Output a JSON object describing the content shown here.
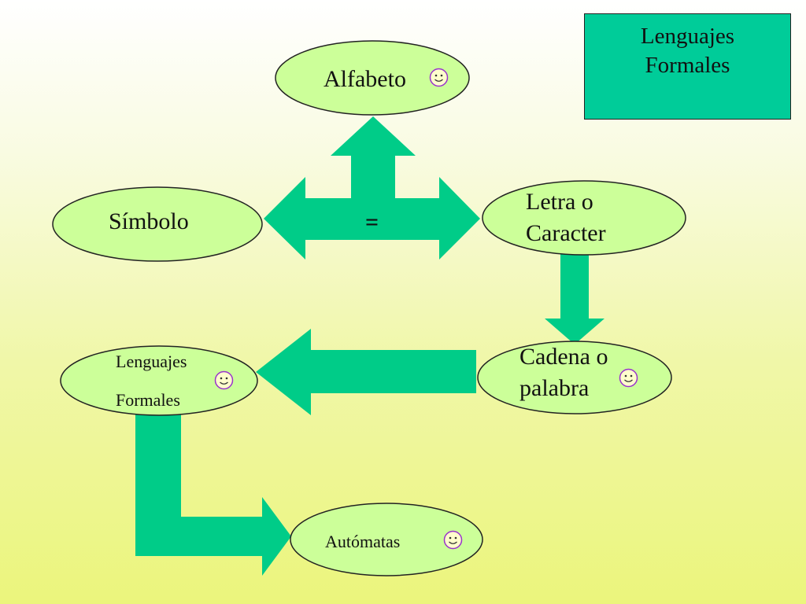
{
  "title": {
    "line1": "Lenguajes",
    "line2": "Formales"
  },
  "nodes": {
    "alfabeto": "Alfabeto",
    "simbolo": "Símbolo",
    "letra": {
      "line1": "Letra o",
      "line2": "Caracter"
    },
    "cadena": {
      "line1": "Cadena o",
      "line2": "palabra"
    },
    "lenguajes": {
      "line1": "Lenguajes",
      "line2": "Formales"
    },
    "automatas": "Autómatas"
  },
  "equals_label": "=",
  "icons": {
    "smiley": "smiley-face-icon"
  },
  "colors": {
    "arrow": "#00cc88",
    "node_fill": "#ccff99",
    "title_fill": "#00cc99",
    "smiley_stroke": "#9933cc"
  }
}
